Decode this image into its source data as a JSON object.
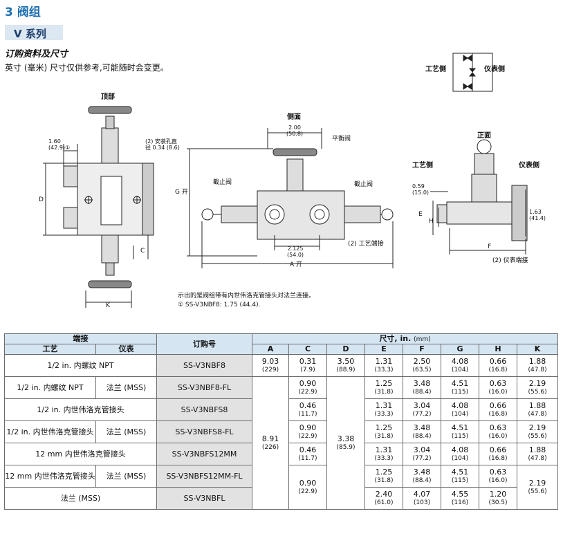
{
  "heading": "3 阀组",
  "series_label": "V 系列",
  "subheading": "订购资料及尺寸",
  "note": "英寸 (毫米) 尺寸仅供参考,可能随时会变更。",
  "figures": {
    "top_caption": "顶部",
    "side_caption": "侧面",
    "front_caption": "正面",
    "schematic_process": "工艺侧",
    "schematic_instrument": "仪表侧",
    "front_process": "工艺侧",
    "front_instrument": "仪表侧",
    "dim_160": "1.60",
    "dim_160_mm": "(42.9)",
    "dim_160_note": "①",
    "mount_hole_1": "(2) 安装孔直",
    "mount_hole_2": "径 0.34",
    "mount_hole_mm": "(8.6)",
    "label_D": "D",
    "label_C": "C",
    "label_K": "K",
    "dim_200": "2.00",
    "dim_200_mm": "(50.8)",
    "equalizer": "平衡阀",
    "g_open": "G 开",
    "block_valve_left": "截止阀",
    "block_valve_right": "截止阀",
    "dim_2125": "2.125",
    "dim_2125_mm": "(54.0)",
    "a_open": "A 开",
    "process_ends": "(2) 工艺端接",
    "dim_059": "0.59",
    "dim_059_mm": "(15.0)",
    "label_E": "E",
    "label_H": "H",
    "dim_163": "1.63",
    "dim_163_mm": "(41.4)",
    "label_F": "F",
    "instrument_ends": "(2) 仪表端接",
    "footnote_main": "示出的是阀组带有内世伟洛克管接头对法兰连接。",
    "footnote_ref": "① SS-V3NBF8: 1.75 (44.4)."
  },
  "table": {
    "h_ends": "端接",
    "h_process": "工艺",
    "h_instrument": "仪表",
    "h_order": "订购号",
    "h_dims": "尺寸,",
    "h_dims_unit": "in.",
    "h_dims_mm": "(mm)",
    "cols": [
      "A",
      "C",
      "D",
      "E",
      "F",
      "G",
      "H",
      "K"
    ],
    "rows": [
      {
        "process": "1/2 in. 内螺纹 NPT",
        "instrument": "",
        "order": "SS-V3NBF8"
      },
      {
        "process": "1/2 in. 内螺纹 NPT",
        "instrument": "法兰 (MSS)",
        "order": "SS-V3NBF8-FL"
      },
      {
        "process": "1/2 in. 内世伟洛克管接头",
        "instrument": "",
        "order": "SS-V3NBFS8"
      },
      {
        "process": "1/2 in. 内世伟洛克管接头",
        "instrument": "法兰 (MSS)",
        "order": "SS-V3NBFS8-FL"
      },
      {
        "process": "12 mm 内世伟洛克管接头",
        "instrument": "",
        "order": "SS-V3NBFS12MM"
      },
      {
        "process": "12 mm 内世伟洛克管接头",
        "instrument": "法兰 (MSS)",
        "order": "SS-V3NBFS12MM-FL"
      },
      {
        "process": "法兰 (MSS)",
        "instrument": "",
        "order": "SS-V3NBFL"
      }
    ],
    "A_r1": "9.03",
    "A_r1_mm": "(229)",
    "A_rest": "8.91",
    "A_rest_mm": "(226)",
    "C": [
      [
        "0.31",
        "(7.9)"
      ],
      [
        "0.90",
        "(22.9)"
      ],
      [
        "0.46",
        "(11.7)"
      ],
      [
        "0.90",
        "(22.9)"
      ],
      [
        "0.46",
        "(11.7)"
      ],
      [
        "0.90",
        "(22.9)"
      ]
    ],
    "D_r1": "3.50",
    "D_r1_mm": "(88.9)",
    "D_rest": "3.38",
    "D_rest_mm": "(85.9)",
    "E": [
      [
        "1.31",
        "(33.3)"
      ],
      [
        "1.25",
        "(31.8)"
      ],
      [
        "1.31",
        "(33.3)"
      ],
      [
        "1.25",
        "(31.8)"
      ],
      [
        "1.31",
        "(33.3)"
      ],
      [
        "1.25",
        "(31.8)"
      ],
      [
        "2.40",
        "(61.0)"
      ]
    ],
    "F": [
      [
        "2.50",
        "(63.5)"
      ],
      [
        "3.48",
        "(88.4)"
      ],
      [
        "3.04",
        "(77.2)"
      ],
      [
        "3.48",
        "(88.4)"
      ],
      [
        "3.04",
        "(77.2)"
      ],
      [
        "3.48",
        "(88.4)"
      ],
      [
        "4.07",
        "(103)"
      ]
    ],
    "G": [
      [
        "4.08",
        "(104)"
      ],
      [
        "4.51",
        "(115)"
      ],
      [
        "4.08",
        "(104)"
      ],
      [
        "4.51",
        "(115)"
      ],
      [
        "4.08",
        "(104)"
      ],
      [
        "4.51",
        "(115)"
      ],
      [
        "4.55",
        "(116)"
      ]
    ],
    "H": [
      [
        "0.66",
        "(16.8)"
      ],
      [
        "0.63",
        "(16.0)"
      ],
      [
        "0.66",
        "(16.8)"
      ],
      [
        "0.63",
        "(16.0)"
      ],
      [
        "0.66",
        "(16.8)"
      ],
      [
        "0.63",
        "(16.0)"
      ],
      [
        "1.20",
        "(30.5)"
      ]
    ],
    "K": [
      [
        "1.88",
        "(47.8)"
      ],
      [
        "2.19",
        "(55.6)"
      ],
      [
        "1.88",
        "(47.8)"
      ],
      [
        "2.19",
        "(55.6)"
      ],
      [
        "1.88",
        "(47.8)"
      ],
      [
        "2.19",
        "(55.6)"
      ]
    ]
  }
}
